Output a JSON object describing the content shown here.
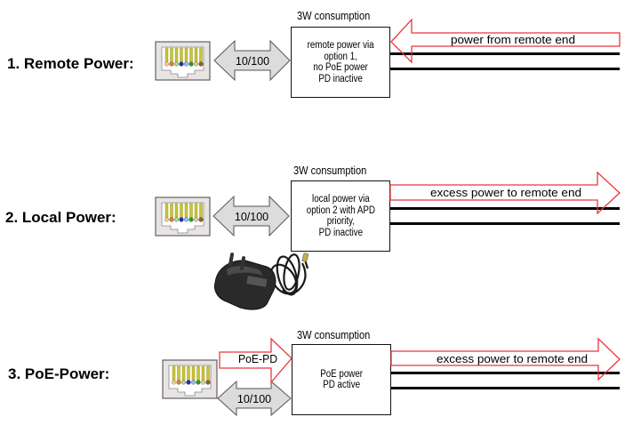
{
  "diagrams": [
    {
      "mode_label": "1. Remote Power:",
      "consumption": "3W consumption",
      "box_text": "remote power via\noption 1,\nno PoE power\nPD inactive",
      "data_link_label": "10/100",
      "power_arrow_label": "power from remote end",
      "power_direction": "incoming"
    },
    {
      "mode_label": "2. Local Power:",
      "consumption": "3W consumption",
      "box_text": "local power via\noption 2 with APD\npriority,\nPD inactive",
      "data_link_label": "10/100",
      "power_arrow_label": "excess power to remote end",
      "power_direction": "outgoing",
      "power_source": "ac-adapter"
    },
    {
      "mode_label": "3. PoE-Power:",
      "consumption": "3W consumption",
      "box_text": "PoE power\nPD active",
      "data_link_label": "10/100",
      "poe_arrow_label": "PoE-PD",
      "power_arrow_label": "excess power to remote end",
      "power_direction": "outgoing"
    }
  ],
  "colors": {
    "power_arrow": "#e8383d",
    "data_arrow_fill": "#dcdcdc",
    "jack_frame": "#e9e4e4",
    "pin_gold": "#c8c43a"
  }
}
